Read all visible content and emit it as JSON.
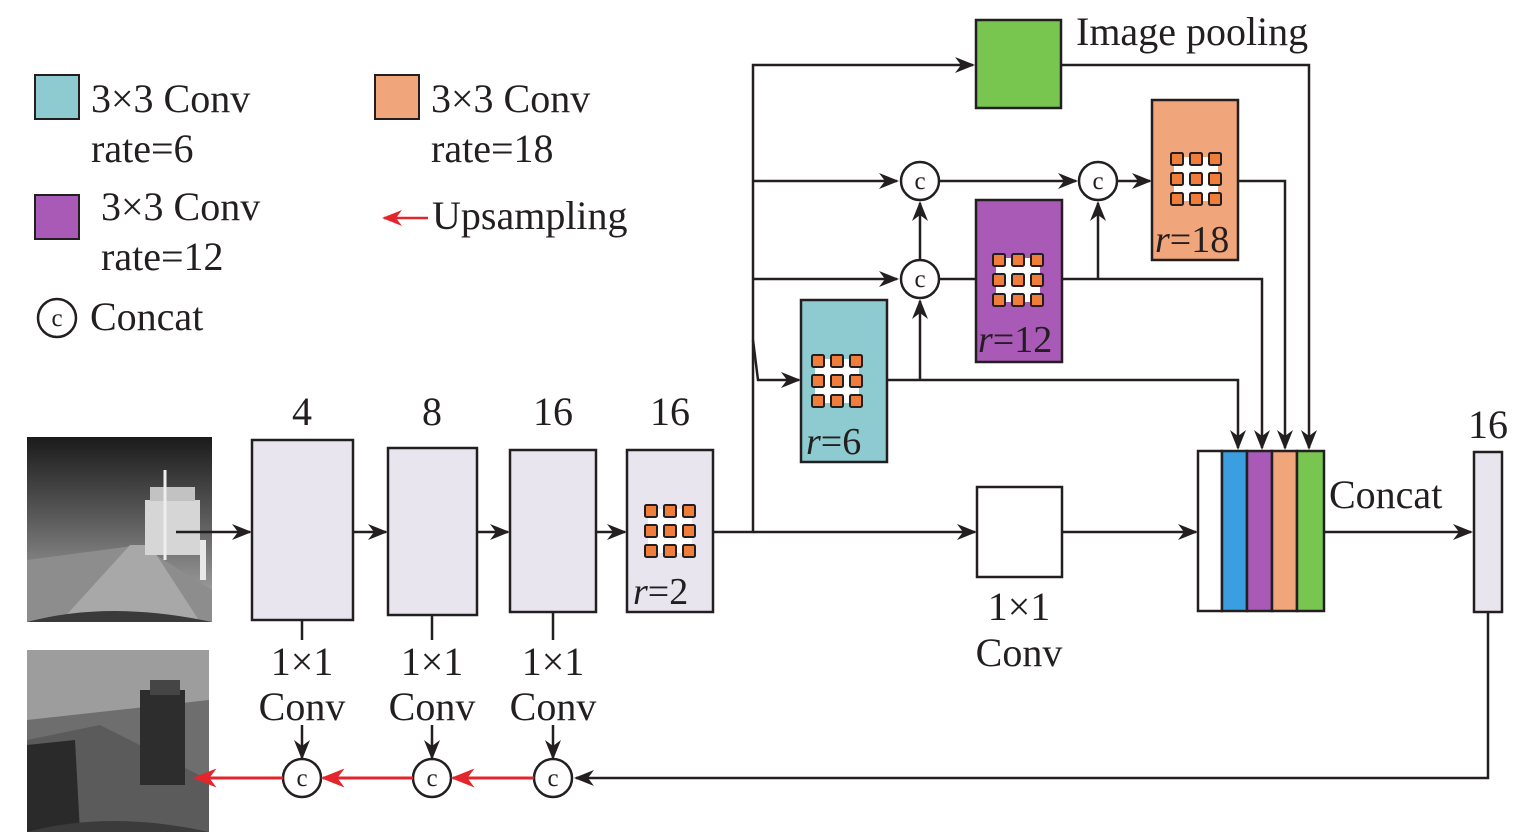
{
  "legend": {
    "conv6": {
      "line1": "3×3 Conv",
      "line2": "rate=6",
      "color": "#8ecbd0"
    },
    "conv12": {
      "line1": "3×3 Conv",
      "line2": "rate=12",
      "color": "#a95ab7"
    },
    "conv18": {
      "line1": "3×3 Conv",
      "line2": "rate=18",
      "color": "#f0a67a"
    },
    "upsampling": {
      "label": "Upsampling",
      "color": "#e3262b"
    },
    "concat": {
      "label": "Concat",
      "symbol": "c"
    }
  },
  "encoder": {
    "channels": [
      "4",
      "8",
      "16",
      "16"
    ],
    "dilated_label": "=2",
    "conv1x1_line1": "1×1",
    "conv1x1_line2": "Conv",
    "box_color": "#e9e5ef"
  },
  "aspp": {
    "image_pooling": {
      "label": "Image pooling",
      "color": "#78c64f"
    },
    "branch6": {
      "label": "=6",
      "color": "#8ecbd0"
    },
    "branch12": {
      "label": "=12",
      "color": "#a95ab7"
    },
    "branch18": {
      "label": "=18",
      "color": "#f0a67a"
    },
    "r_symbol": "r",
    "conv1x1": {
      "line1": "1×1",
      "line2": "Conv"
    },
    "concat_label": "Concat",
    "concat_stripes": [
      "#ffffff",
      "#3a9ee0",
      "#a95ab7",
      "#f0a67a",
      "#78c64f"
    ],
    "output_channels": "16",
    "kernel_color": "#f07d3a"
  },
  "concat_symbol": "c",
  "images": {
    "input_description": "infrared road scene",
    "output_description": "segmentation map"
  }
}
